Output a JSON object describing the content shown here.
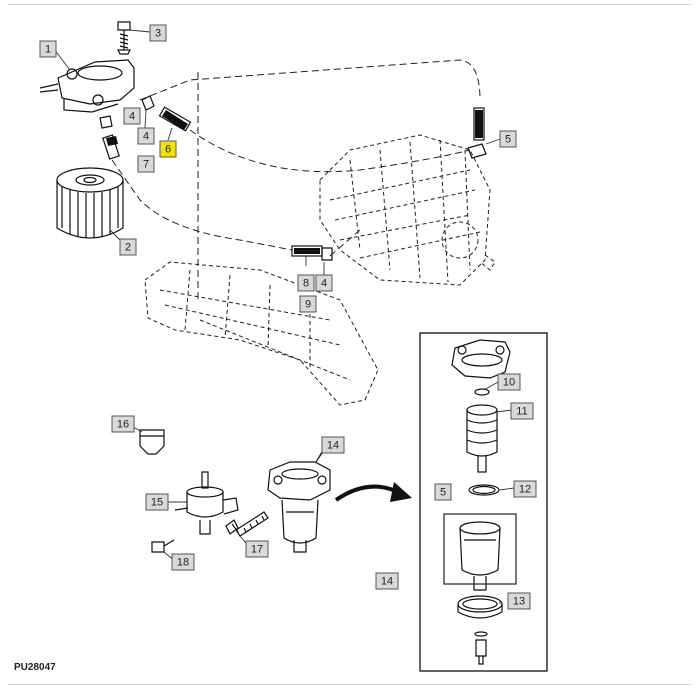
{
  "figure_id": "PU28047",
  "colors": {
    "callout_fill": "#d9d9d9",
    "callout_highlight": "#f5e400",
    "line": "#111111",
    "inset_border": "#222222"
  },
  "callouts": [
    {
      "id": "c1",
      "label": "1",
      "highlight": false
    },
    {
      "id": "c2",
      "label": "2",
      "highlight": false
    },
    {
      "id": "c3",
      "label": "3",
      "highlight": false
    },
    {
      "id": "c4a",
      "label": "4",
      "highlight": false
    },
    {
      "id": "c4b",
      "label": "4",
      "highlight": false
    },
    {
      "id": "c4c",
      "label": "4",
      "highlight": false
    },
    {
      "id": "c5a",
      "label": "5",
      "highlight": false
    },
    {
      "id": "c5b",
      "label": "5",
      "highlight": false
    },
    {
      "id": "c6",
      "label": "6",
      "highlight": true
    },
    {
      "id": "c7",
      "label": "7",
      "highlight": false
    },
    {
      "id": "c8",
      "label": "8",
      "highlight": false
    },
    {
      "id": "c9",
      "label": "9",
      "highlight": false
    },
    {
      "id": "c10",
      "label": "10",
      "highlight": false
    },
    {
      "id": "c11",
      "label": "11",
      "highlight": false
    },
    {
      "id": "c12",
      "label": "12",
      "highlight": false
    },
    {
      "id": "c13",
      "label": "13",
      "highlight": false
    },
    {
      "id": "c14a",
      "label": "14",
      "highlight": false
    },
    {
      "id": "c14b",
      "label": "14",
      "highlight": false
    },
    {
      "id": "c15",
      "label": "15",
      "highlight": false
    },
    {
      "id": "c16",
      "label": "16",
      "highlight": false
    },
    {
      "id": "c17",
      "label": "17",
      "highlight": false
    },
    {
      "id": "c18",
      "label": "18",
      "highlight": false
    }
  ]
}
